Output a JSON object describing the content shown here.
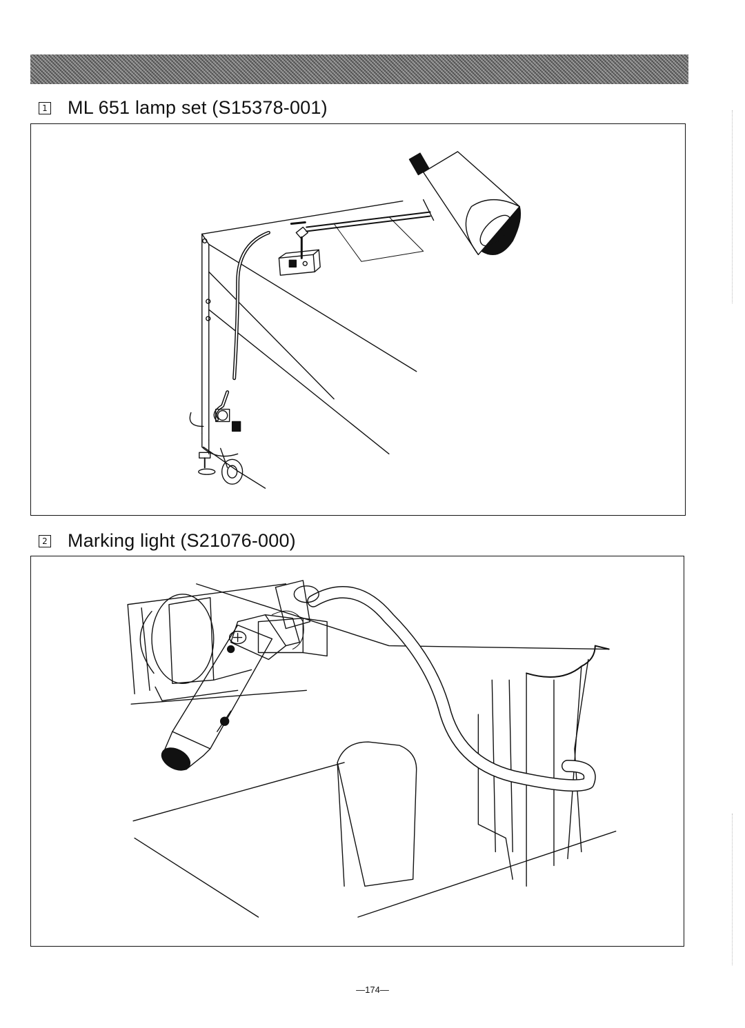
{
  "header": {
    "bar_color": "#777777"
  },
  "sections": [
    {
      "number": "1",
      "title": "ML 651 lamp set (S15378-001)"
    },
    {
      "number": "2",
      "title": "Marking light (S21076-000)"
    }
  ],
  "page": {
    "number": "—174—"
  }
}
